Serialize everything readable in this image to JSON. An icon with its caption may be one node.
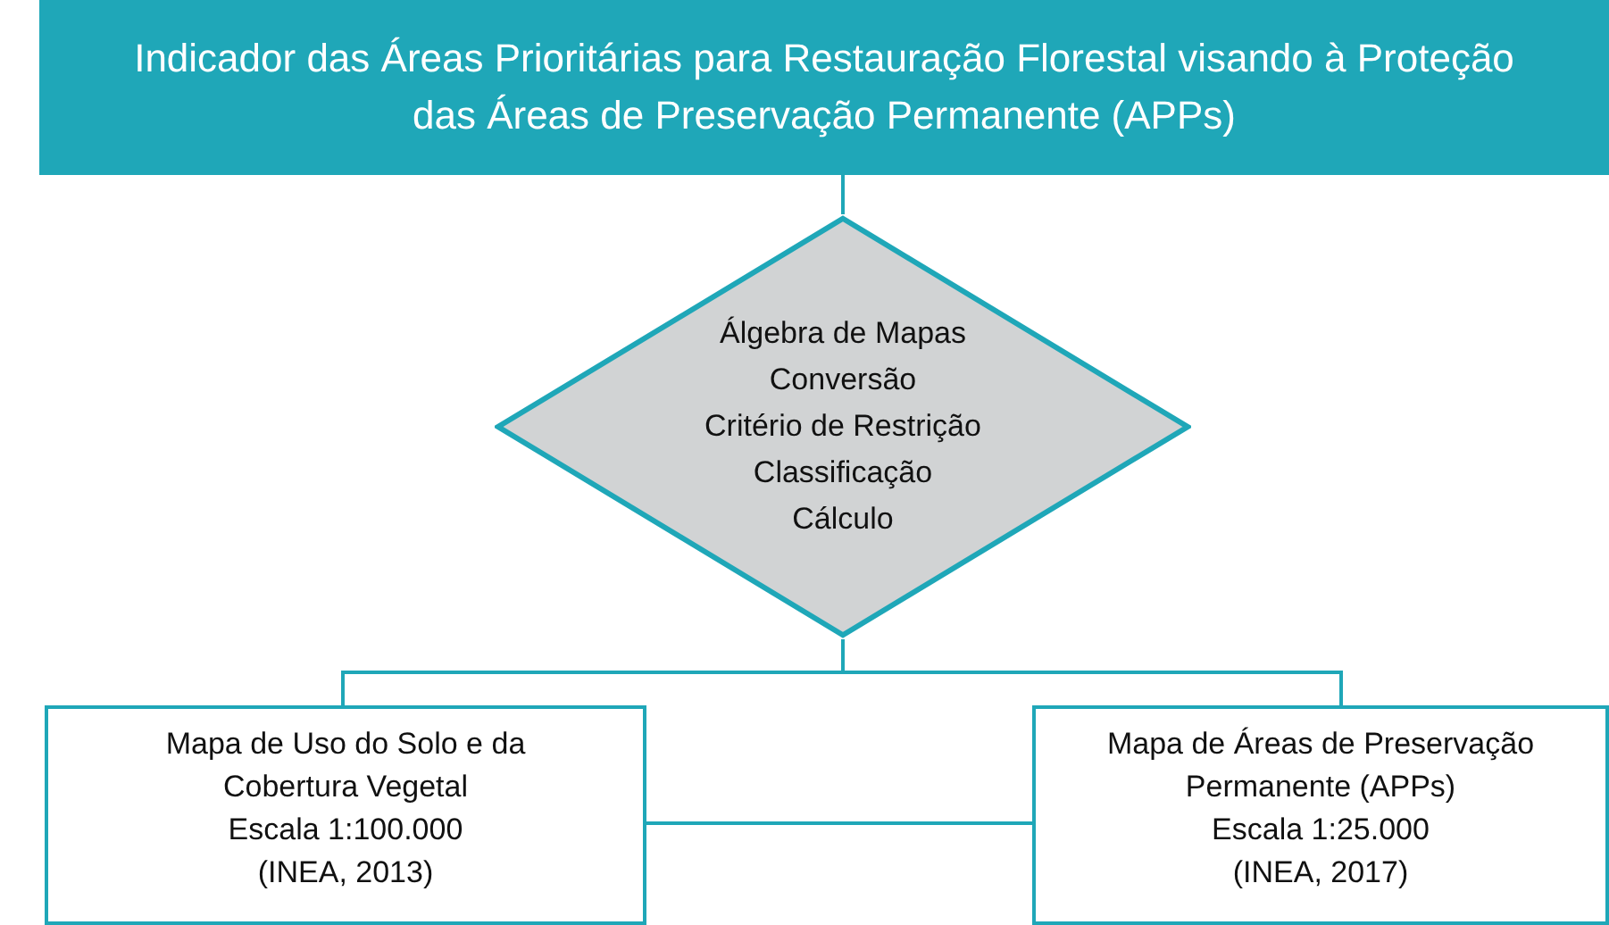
{
  "diagram": {
    "nodes": [
      {
        "text": [
          "Indicador das Áreas Prioritárias para Restauração Florestal visando à Proteção das Áreas de Preservação Permanente (APPs)"
        ]
      },
      {
        "text": [
          "Álgebra de Mapas",
          "Conversão",
          "Critério de Restrição",
          "Classificação",
          "Cálculo"
        ]
      },
      {
        "text": [
          "Mapa de Uso do Solo e da Cobertura Vegetal",
          "Escala 1:100.000",
          "(INEA, 2013)"
        ]
      },
      {
        "text": [
          "Mapa de Áreas de Preservação Permanente (APPs)",
          "Escala 1:25.000",
          "(INEA, 2017)"
        ]
      }
    ],
    "edges": [
      {
        "from": 0,
        "to": 1,
        "arrow": "none"
      },
      {
        "from": 1,
        "to": 2,
        "arrow": "none"
      },
      {
        "from": 1,
        "to": 3,
        "arrow": "none"
      },
      {
        "from": 2,
        "to": 3,
        "arrow": "none"
      }
    ]
  }
}
